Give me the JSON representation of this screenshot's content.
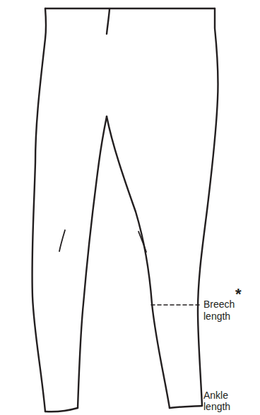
{
  "diagram": {
    "labels": [
      "Breech length",
      "*",
      "Ankle length"
    ]
  }
}
